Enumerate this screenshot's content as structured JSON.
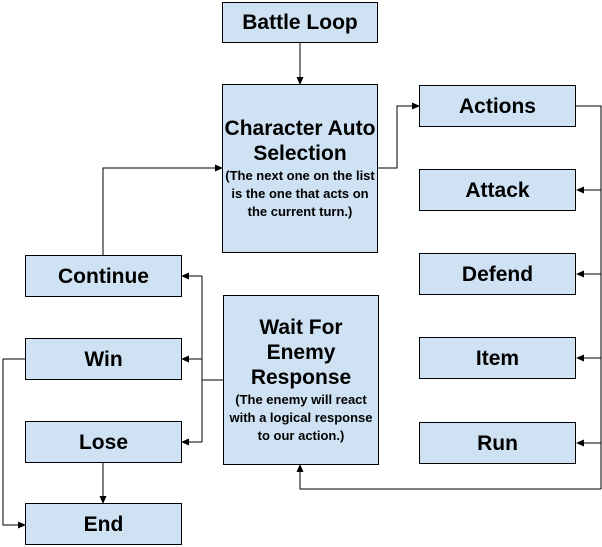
{
  "colors": {
    "box_fill": "#cfe2f3",
    "stroke": "#000000"
  },
  "nodes": {
    "battle_loop": "Battle Loop",
    "character_selection": {
      "title": "Character Auto Selection",
      "note": "(The next one on the list is the one that acts on the current turn.)"
    },
    "actions": "Actions",
    "attack": "Attack",
    "defend": "Defend",
    "item": "Item",
    "run": "Run",
    "continue": "Continue",
    "win": "Win",
    "lose": "Lose",
    "end": "End",
    "wait_enemy": {
      "title": "Wait For Enemy Response",
      "note": "(The enemy will react with a logical response to our action.)"
    }
  },
  "edges": [
    {
      "from": "Battle Loop",
      "to": "Character Auto Selection"
    },
    {
      "from": "Character Auto Selection",
      "to": "Actions"
    },
    {
      "from": "Actions",
      "to": "Attack"
    },
    {
      "from": "Actions",
      "to": "Defend"
    },
    {
      "from": "Actions",
      "to": "Item"
    },
    {
      "from": "Actions",
      "to": "Run"
    },
    {
      "from": "Actions",
      "to": "Wait For Enemy Response"
    },
    {
      "from": "Wait For Enemy Response",
      "to": "Continue"
    },
    {
      "from": "Wait For Enemy Response",
      "to": "Win"
    },
    {
      "from": "Wait For Enemy Response",
      "to": "Lose"
    },
    {
      "from": "Continue",
      "to": "Character Auto Selection"
    },
    {
      "from": "Win",
      "to": "End"
    },
    {
      "from": "Lose",
      "to": "End"
    }
  ]
}
